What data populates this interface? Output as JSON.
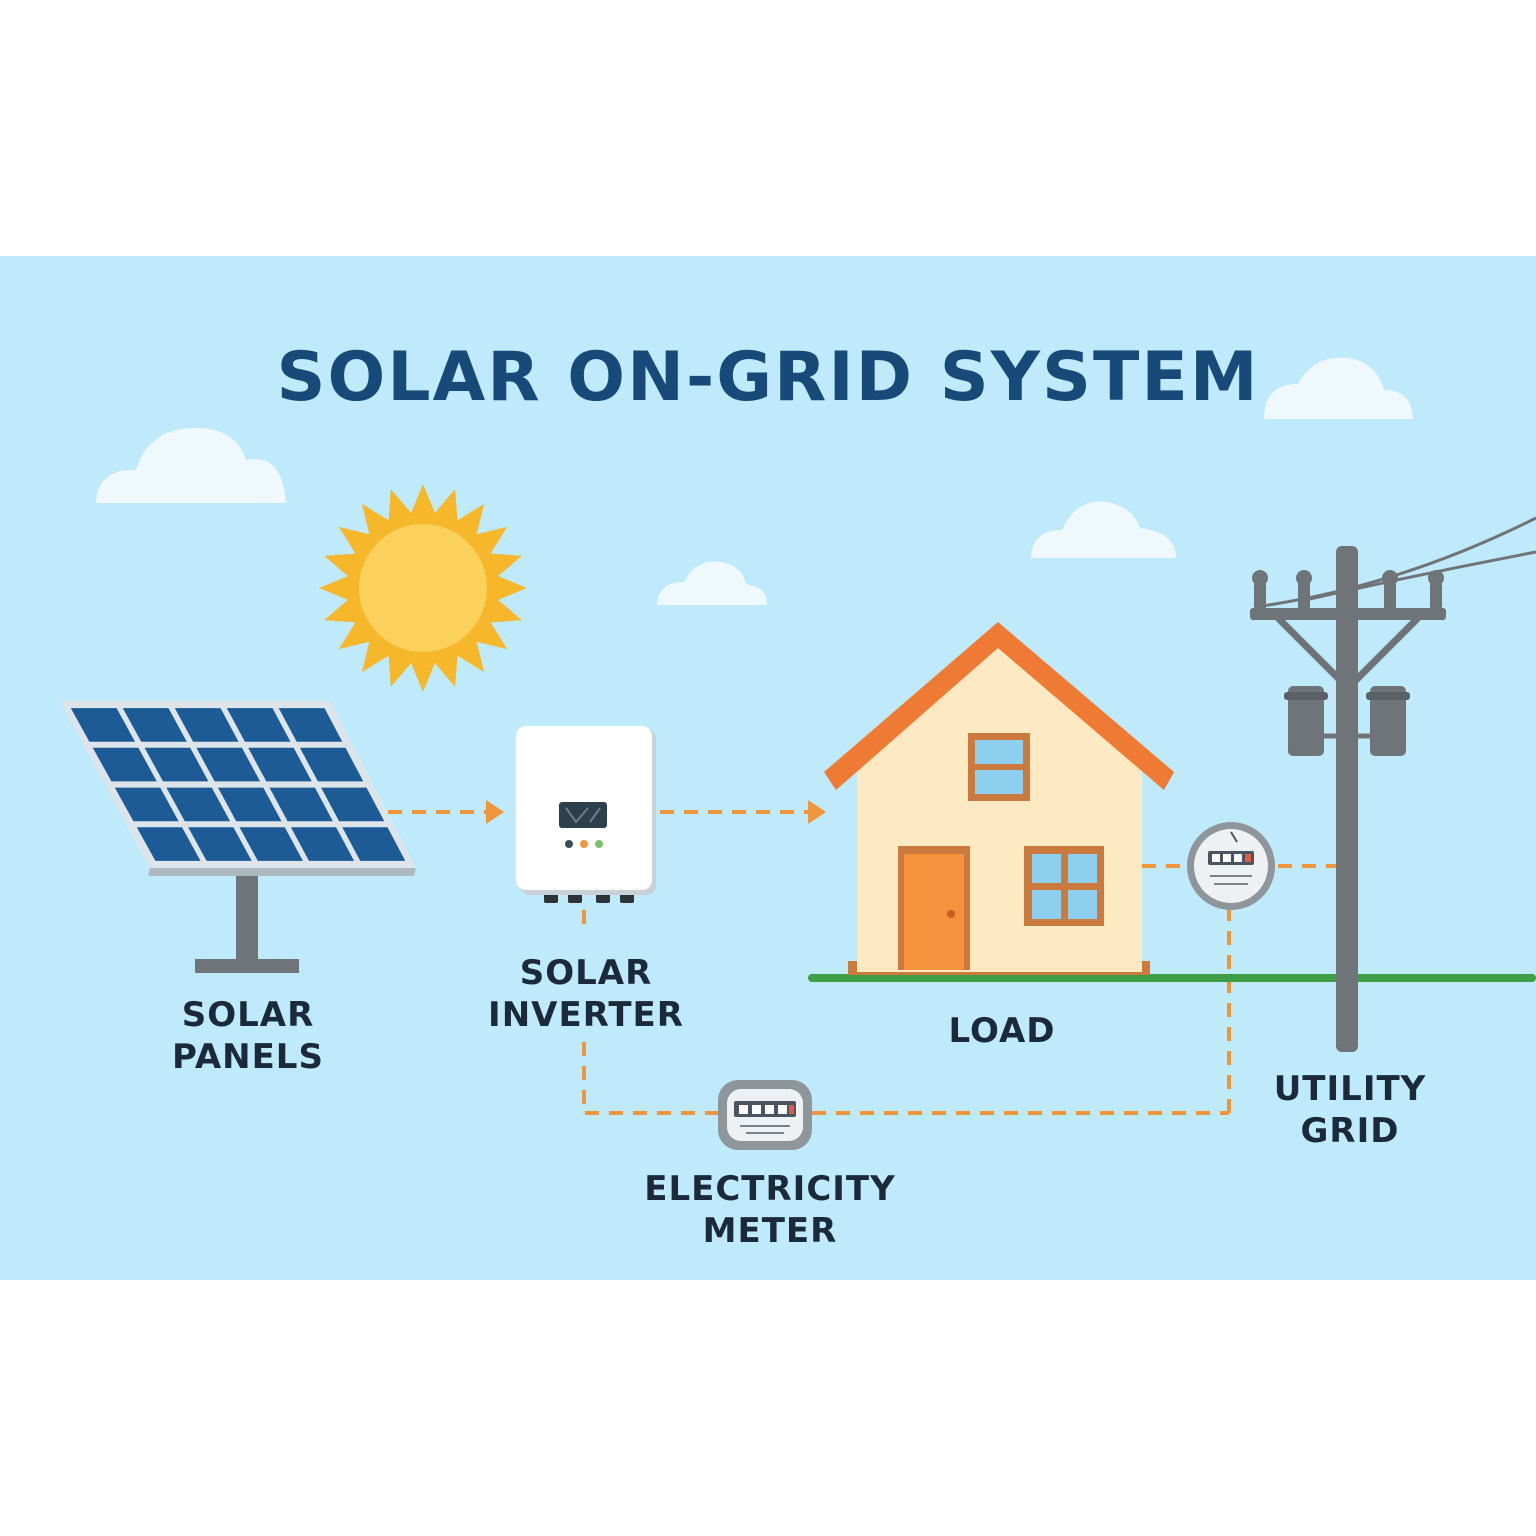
{
  "title": "SOLAR ON-GRID SYSTEM",
  "components": {
    "solar_panels": {
      "line1": "SOLAR",
      "line2": "PANELS"
    },
    "solar_inverter": {
      "line1": "SOLAR",
      "line2": "INVERTER"
    },
    "load": {
      "line1": "LOAD"
    },
    "utility_grid": {
      "line1": "UTILITY",
      "line2": "GRID"
    },
    "electricity_meter": {
      "line1": "ELECTRICITY",
      "line2": "METER"
    }
  },
  "colors": {
    "sky": "#bfeafb",
    "title": "#174a78",
    "flow_line": "#f0953a",
    "panel_cell": "#1d5b96",
    "roof": "#ee7a33",
    "house_wall": "#fde9c2",
    "door": "#f6923d",
    "ground": "#3f9e45",
    "sun": "#fbd15b",
    "pole": "#6f7479"
  },
  "icons": [
    "sun-icon",
    "cloud-icon",
    "solar-panel-icon",
    "inverter-icon",
    "house-icon",
    "home-meter-icon",
    "utility-pole-icon",
    "electricity-meter-icon"
  ]
}
